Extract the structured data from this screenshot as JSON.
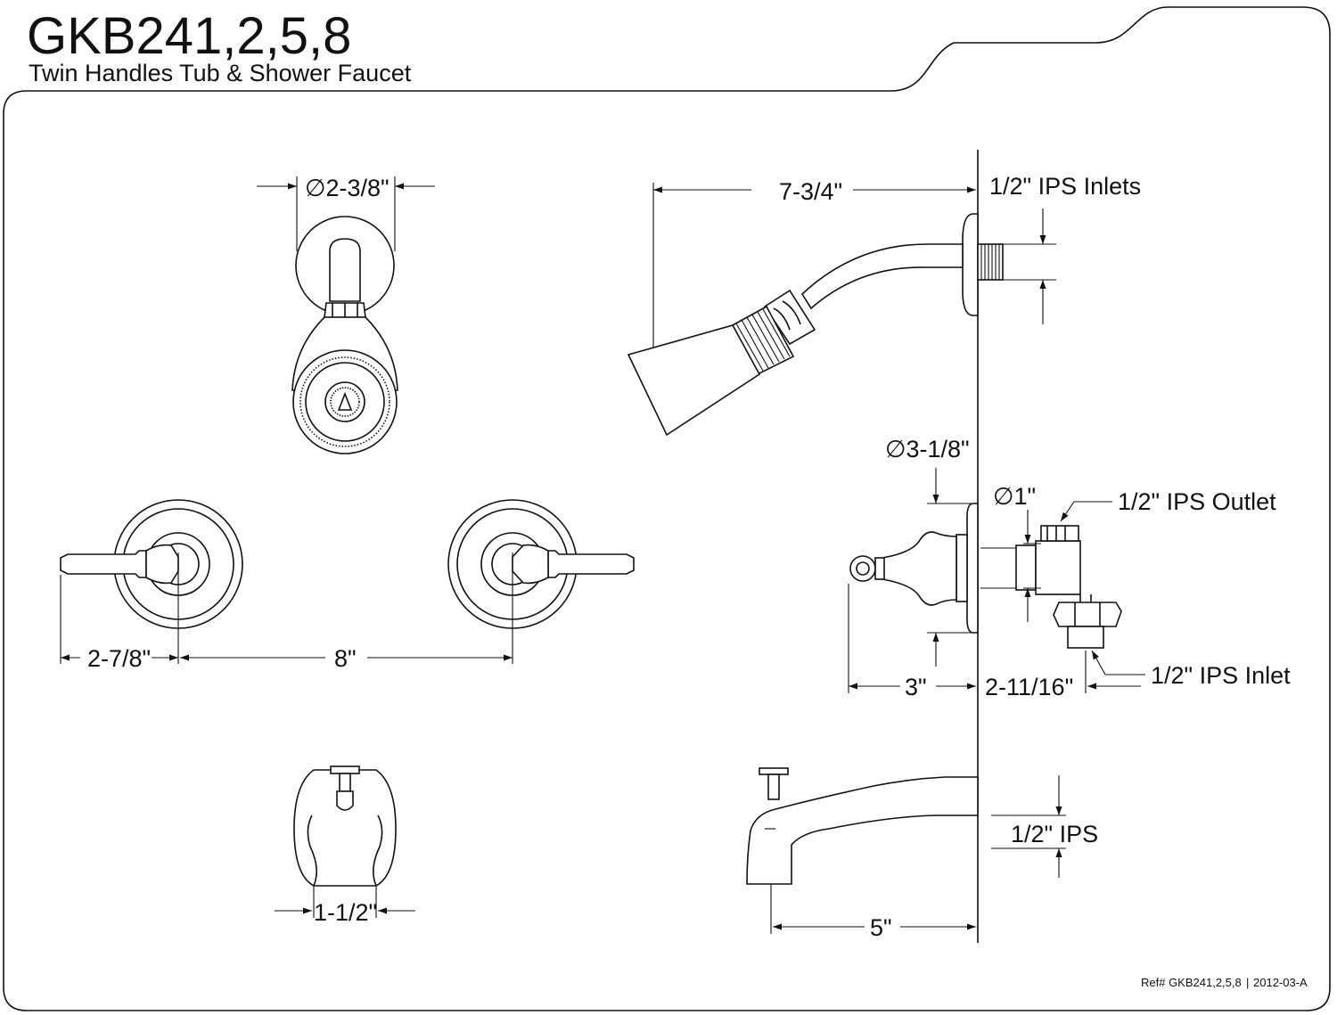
{
  "header": {
    "model": "GKB241,2,5,8",
    "subtitle": "Twin Handles Tub & Shower Faucet"
  },
  "dimensions": {
    "showerhead_dia": "∅2-3/8\"",
    "arm_length": "7-3/4\"",
    "inlets": "1/2\" IPS Inlets",
    "escutcheon_dia": "∅3-1/8\"",
    "pipe_dia": "∅1\"",
    "outlet": "1/2\" IPS Outlet",
    "inlet": "1/2\" IPS Inlet",
    "valve_depth": "3\"",
    "valve_offset": "2-11/16\"",
    "handle_left": "2-7/8\"",
    "handle_spacing": "8\"",
    "spout_width": "1-1/2\"",
    "spout_connection": "1/2\" IPS",
    "spout_length": "5\""
  },
  "footer": {
    "ref": "Ref# GKB241,2,5,8",
    "separator": "|",
    "date": "2012-03-A"
  }
}
